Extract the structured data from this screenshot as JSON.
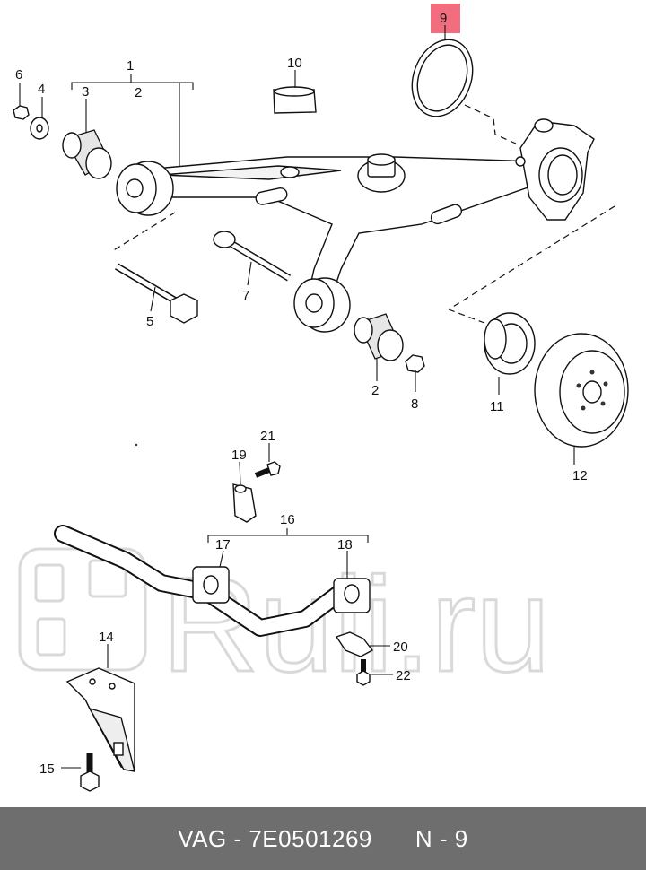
{
  "callouts": {
    "c1": "1",
    "c2a": "2",
    "c2b": "2",
    "c3": "3",
    "c4": "4",
    "c5": "5",
    "c6": "6",
    "c7": "7",
    "c8": "8",
    "c9": "9",
    "c10": "10",
    "c11": "11",
    "c12": "12",
    "c14": "14",
    "c15": "15",
    "c16": "16",
    "c17": "17",
    "c18": "18",
    "c19": "19",
    "c20": "20",
    "c21": "21",
    "c22": "22"
  },
  "watermark": "Ruli.ru",
  "footer": {
    "part_label": "VAG - 7E0501269",
    "position_label": "N - 9"
  },
  "colors": {
    "footer_bg": "#6e6e6e",
    "highlight": "#f26d7d"
  }
}
